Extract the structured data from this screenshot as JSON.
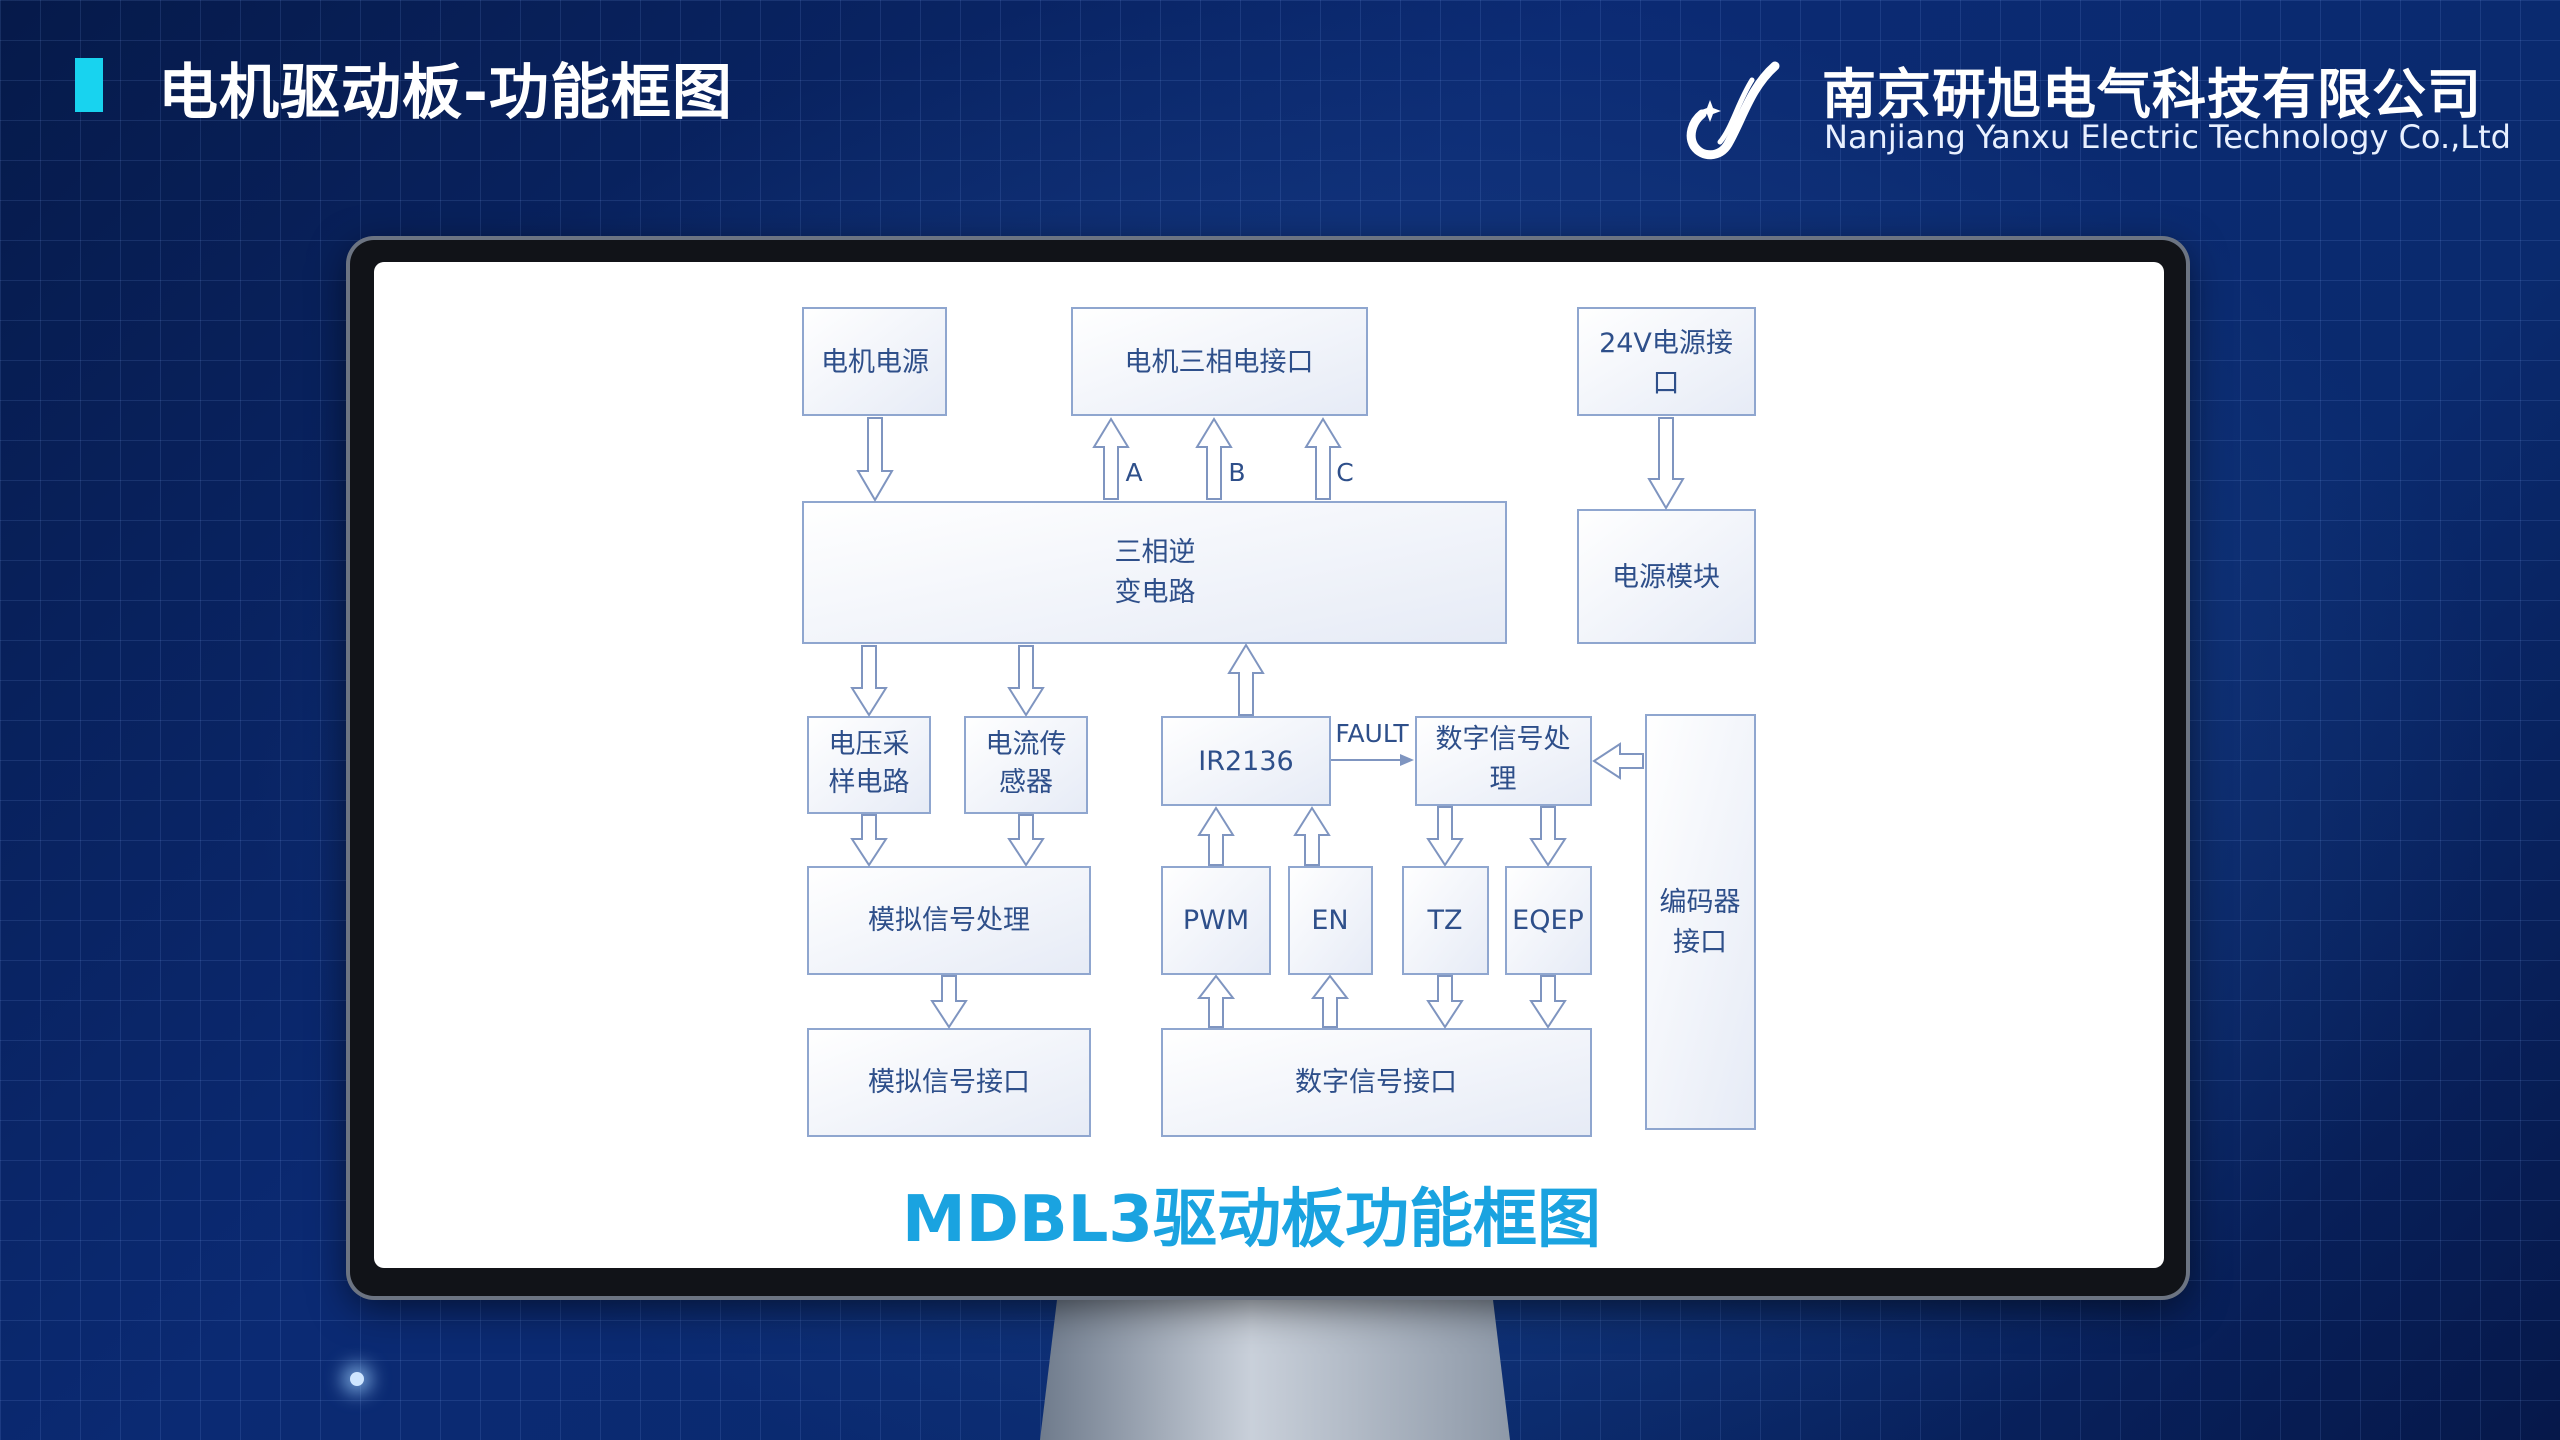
{
  "header": {
    "title": "电机驱动板-功能框图",
    "company_cn": "南京研旭电气科技有限公司",
    "company_en": "Nanjiang Yanxu Electric Technology Co.,Ltd"
  },
  "diagram": {
    "caption": "MDBL3驱动板功能框图",
    "blocks": {
      "motor_power": "电机电源",
      "motor_3phase_line1": "电机三相电接口",
      "power24_line1": "24V电源接",
      "power24_line2": "口",
      "inverter_line1": "三相逆",
      "inverter_line2": "变电路",
      "power_module": "电源模块",
      "voltage_line1": "电压采",
      "voltage_line2": "样电路",
      "current_line1": "电流传",
      "current_line2": "感器",
      "ir2136": "IR2136",
      "dsp_line1": "数字信号处",
      "dsp_line2": "理",
      "encoder_line1": "编码器",
      "encoder_line2": "接口",
      "analog_proc": "模拟信号处理",
      "pwm": "PWM",
      "en": "EN",
      "tz": "TZ",
      "eqep": "EQEP",
      "analog_if": "模拟信号接口",
      "digital_if": "数字信号接口"
    },
    "labels": {
      "phase_a": "A",
      "phase_b": "B",
      "phase_c": "C",
      "fault": "FAULT"
    }
  },
  "colors": {
    "accent": "#18d3ef",
    "caption": "#1aa3e0",
    "block_text": "#2e4f8a",
    "block_border": "#8fa6cf"
  }
}
